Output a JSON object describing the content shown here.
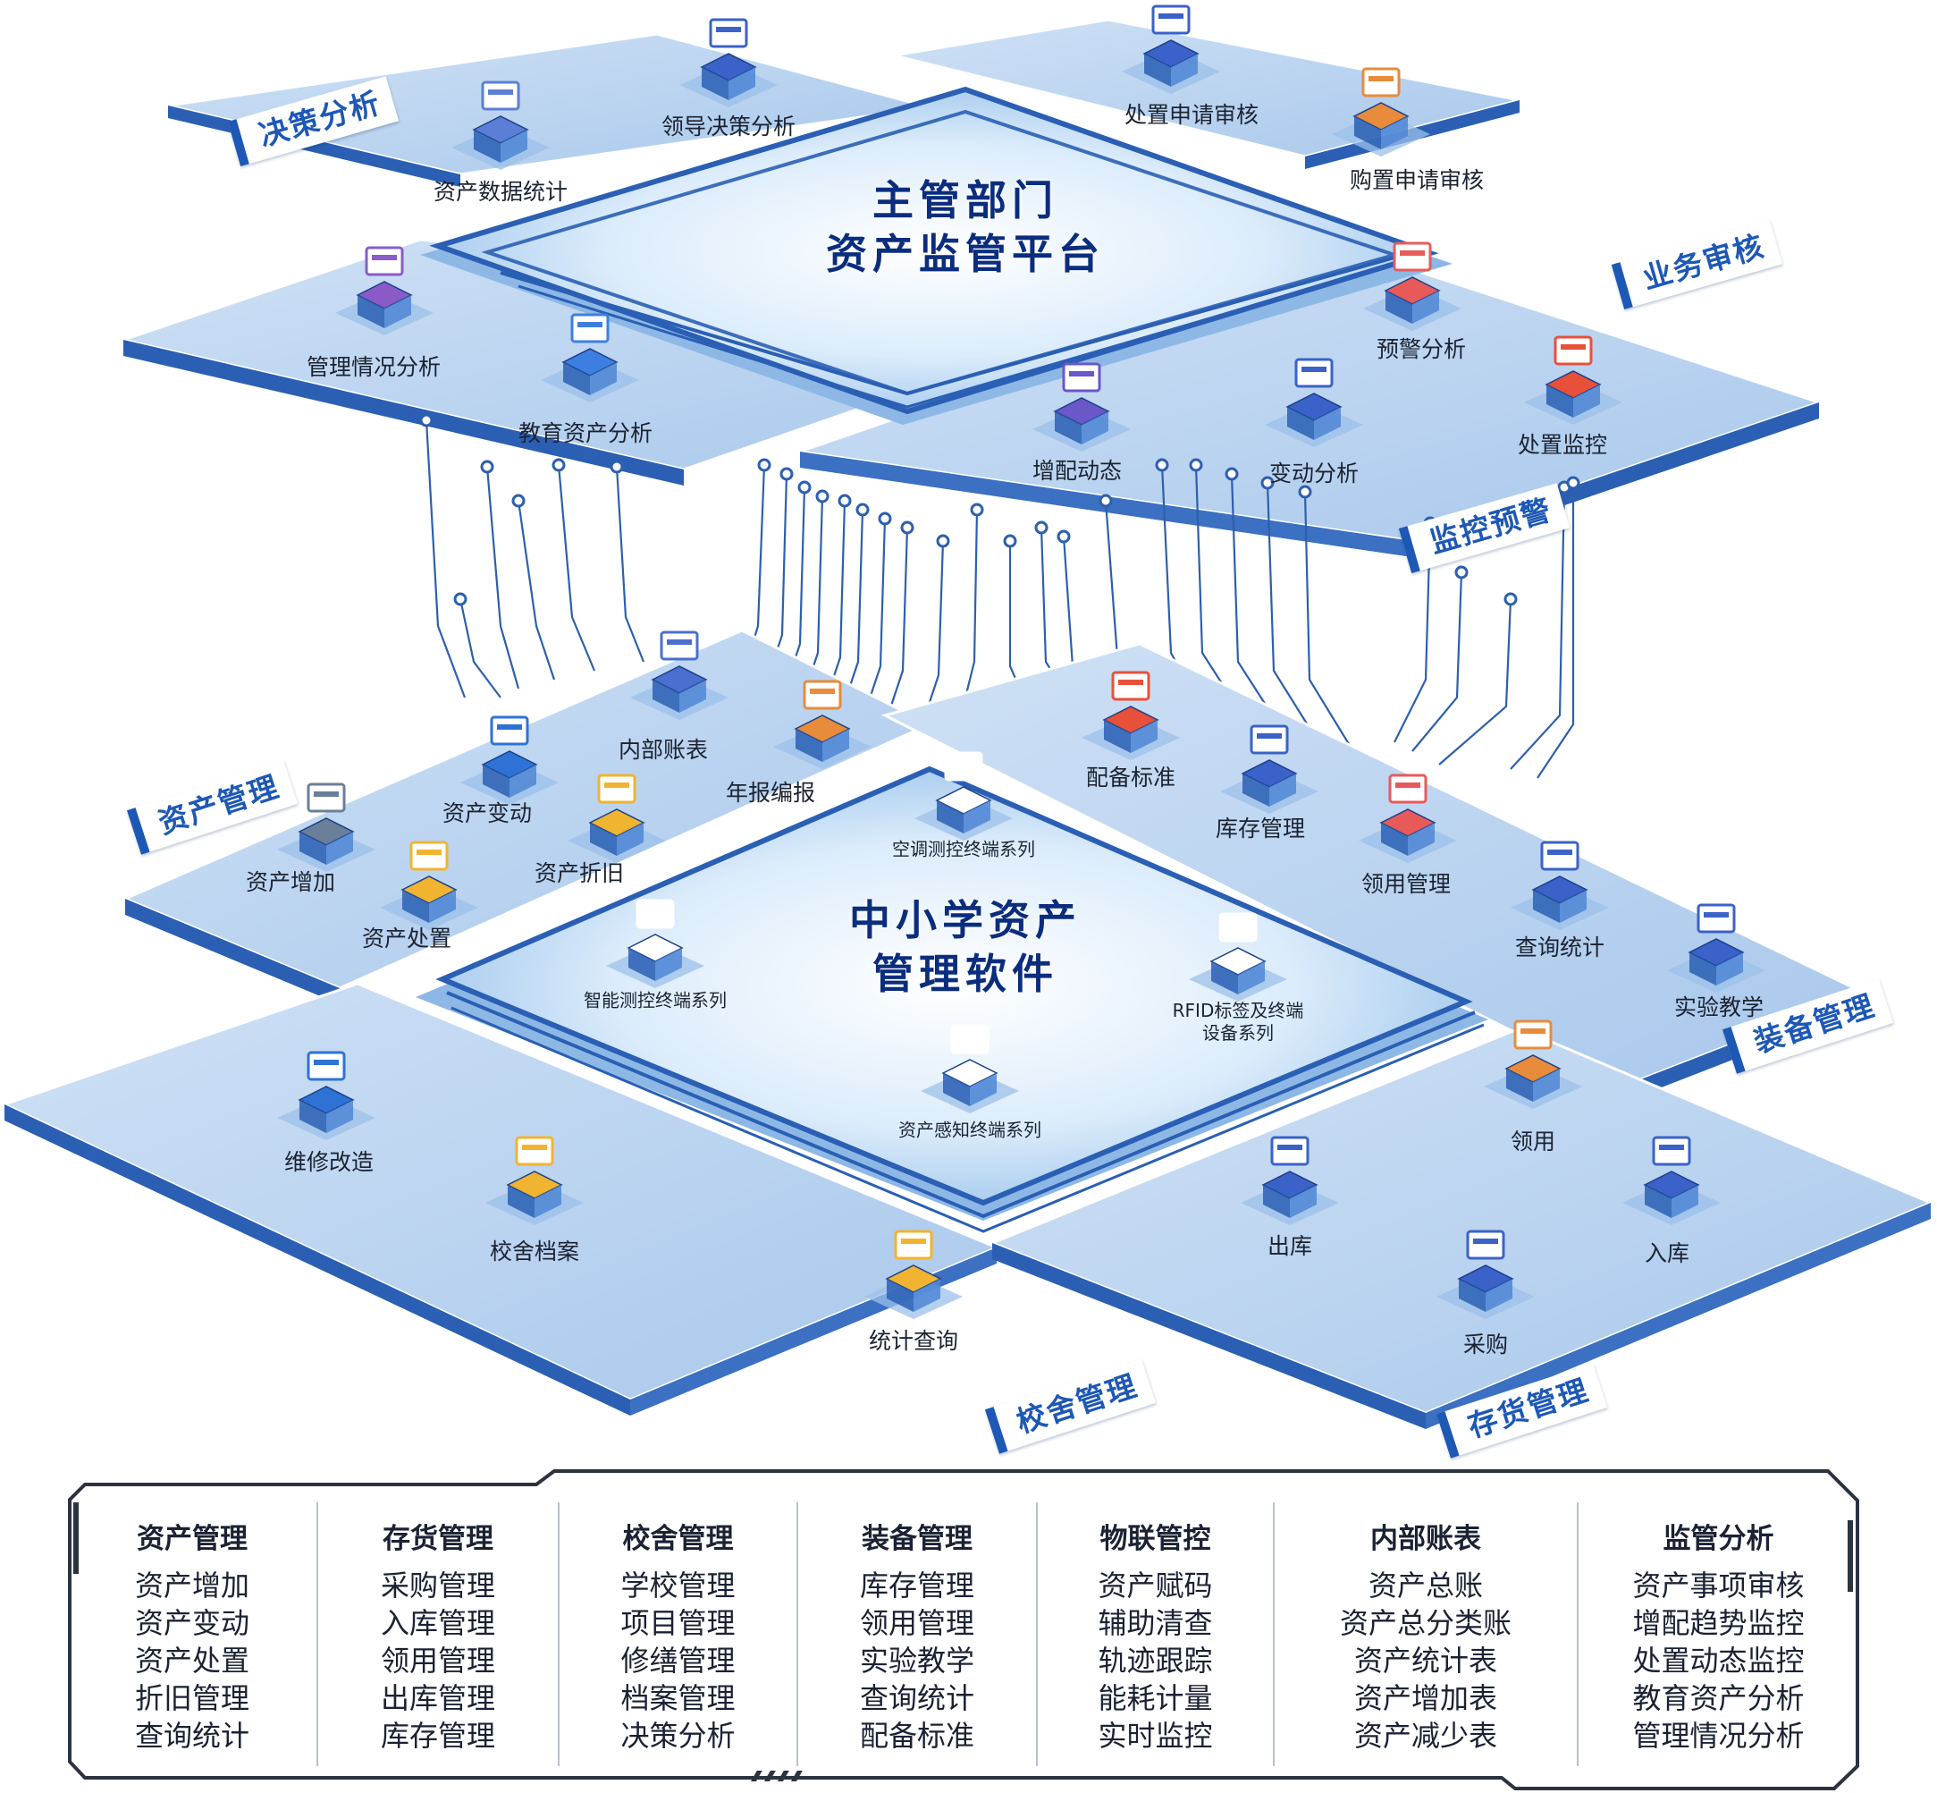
{
  "platform": {
    "title_line1": "主管部门",
    "title_line2": "资产监管平台",
    "tags": {
      "decision": "决策分析",
      "business_review": "业务审核",
      "monitor_warning": "监控预警"
    },
    "items": {
      "leader_decision": "领导决策分析",
      "asset_data_stats": "资产数据统计",
      "disposal_review": "处置申请审核",
      "purchase_review": "购置申请审核",
      "management_analysis": "管理情况分析",
      "education_asset_analysis": "教育资产分析",
      "warning_analysis": "预警分析",
      "disposal_monitor": "处置监控",
      "allocation_dynamic": "增配动态",
      "change_analysis": "变动分析"
    }
  },
  "software": {
    "title_line1": "中小学资产",
    "title_line2": "管理软件",
    "tags": {
      "asset_mgmt": "资产管理",
      "equipment_mgmt": "装备管理",
      "campus_mgmt": "校舍管理",
      "inventory_mgmt": "存货管理"
    },
    "items": {
      "internal_ledger": "内部账表",
      "asset_change": "资产变动",
      "annual_report": "年报编报",
      "asset_add": "资产增加",
      "asset_depreciation": "资产折旧",
      "asset_disposal": "资产处置",
      "allocation_standard": "配备标准",
      "stock_mgmt": "库存管理",
      "requisition_mgmt": "领用管理",
      "query_stats": "查询统计",
      "lab_teaching": "实验教学",
      "repair": "维修改造",
      "campus_archive": "校舍档案",
      "stats_query": "统计查询",
      "outbound": "出库",
      "requisition": "领用",
      "inbound": "入库",
      "purchase": "采购"
    },
    "terminals": {
      "ac": "空调测控终端系列",
      "smart": "智能测控终端系列",
      "rfid_line1": "RFID标签及终端",
      "rfid_line2": "设备系列",
      "sensing": "资产感知终端系列"
    }
  },
  "summary": [
    {
      "head": "资产管理",
      "items": [
        "资产增加",
        "资产变动",
        "资产处置",
        "折旧管理",
        "查询统计"
      ]
    },
    {
      "head": "存货管理",
      "items": [
        "采购管理",
        "入库管理",
        "领用管理",
        "出库管理",
        "库存管理"
      ]
    },
    {
      "head": "校舍管理",
      "items": [
        "学校管理",
        "项目管理",
        "修缮管理",
        "档案管理",
        "决策分析"
      ]
    },
    {
      "head": "装备管理",
      "items": [
        "库存管理",
        "领用管理",
        "实验教学",
        "查询统计",
        "配备标准"
      ]
    },
    {
      "head": "物联管控",
      "items": [
        "资产赋码",
        "辅助清查",
        "轨迹跟踪",
        "能耗计量",
        "实时监控"
      ]
    },
    {
      "head": "内部账表",
      "items": [
        "资产总账",
        "资产总分类账",
        "资产统计表",
        "资产增加表",
        "资产减少表"
      ]
    },
    {
      "head": "监管分析",
      "items": [
        "资产事项审核",
        "增配趋势监控",
        "处置动态监控",
        "教育资产分析",
        "管理情况分析"
      ]
    }
  ],
  "colors": {
    "tile": "#b9d3ef",
    "tile_edge": "#2a5fb4",
    "accent": "#1d58b5",
    "title": "#0b2d7e",
    "circuit": "#2e5fae"
  }
}
